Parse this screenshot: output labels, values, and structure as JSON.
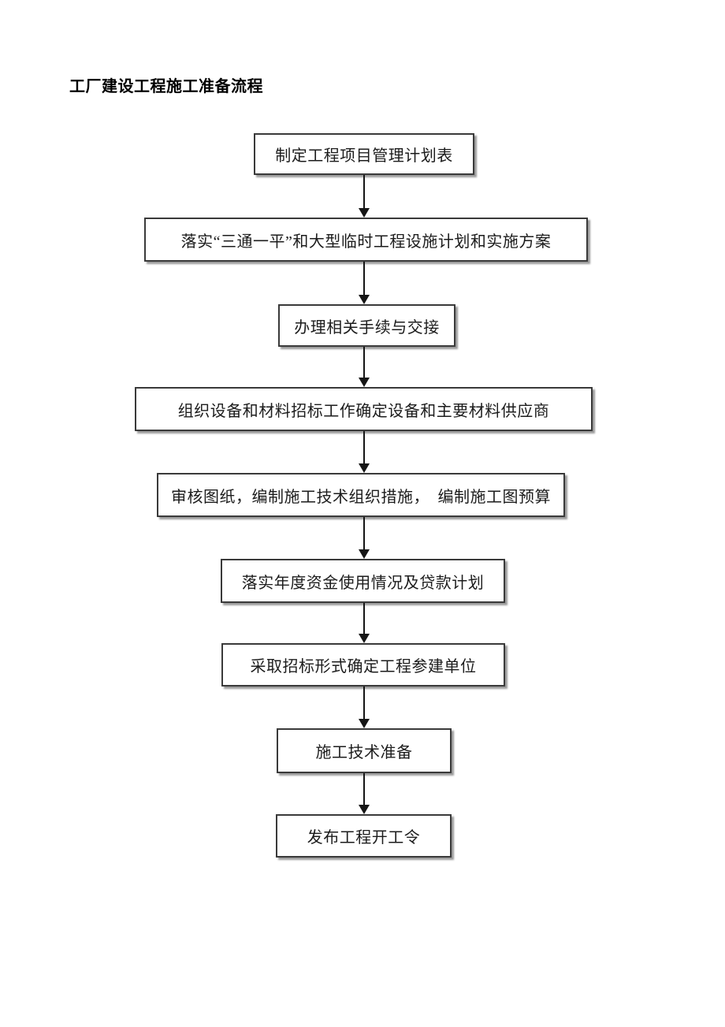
{
  "page": {
    "title": "工厂建设工程施工准备流程"
  },
  "flowchart": {
    "direction": "top-to-bottom",
    "steps": [
      {
        "label": "制定工程项目管理计划表"
      },
      {
        "label": "落实“三通一平”和大型临时工程设施计划和实施方案"
      },
      {
        "label": "办理相关手续与交接"
      },
      {
        "label": "组织设备和材料招标工作确定设备和主要材料供应商"
      },
      {
        "label": "审核图纸，编制施工技术组织措施，　编制施工图预算"
      },
      {
        "label": "落实年度资金使用情况及贷款计划"
      },
      {
        "label": "采取招标形式确定工程参建单位"
      },
      {
        "label": "施工技术准备"
      },
      {
        "label": "发布工程开工令"
      }
    ],
    "connector_style": "vertical-arrow-down",
    "colors": {
      "box_border": "#3a3a3a",
      "box_shadow": "#9a9a9a",
      "arrow": "#151515",
      "text": "#1c1c1c",
      "background": "#ffffff"
    }
  }
}
